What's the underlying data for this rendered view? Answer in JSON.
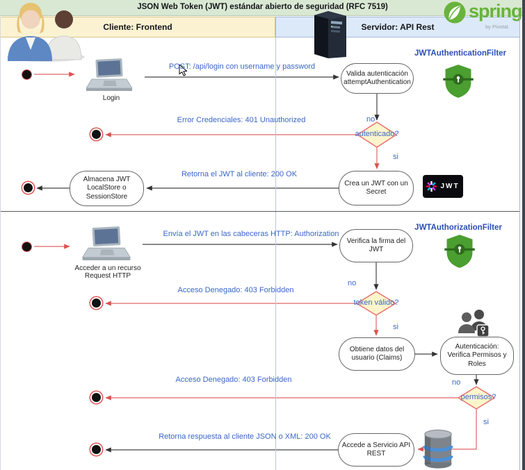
{
  "title": "JSON Web Token (JWT) estándar abierto de seguridad (RFC 7519)",
  "brand": {
    "name": "spring",
    "byline": "by Pivotal."
  },
  "lanes": {
    "client": "Cliente: Frontend",
    "server": "Servidor: API Rest"
  },
  "colors": {
    "bar_green": "#d9e8d3",
    "lane_yellow": "#fbf2d2",
    "lane_blue": "#dce9f8",
    "message_blue": "#3a66c8",
    "filter_blue": "#2b50b4",
    "flow_red": "#e06666",
    "spring_green": "#6db33f",
    "shield_green": "#4b9e30",
    "diamond_yellow": "#fdf5cc"
  },
  "auth_flow": {
    "filter": "JWTAuthenticationFilter",
    "actor": "Login",
    "msg_post": "POST: /api/login con username y password",
    "msg_error": "Error Credenciales: 401 Unauthorized",
    "msg_return": "Retorna el JWT al cliente: 200 OK",
    "validate": "Valida autenticación\nattemptAuthentication",
    "decision": {
      "q": "autenticado?",
      "no": "no",
      "si": "si"
    },
    "create": "Crea un JWT con un\nSecret",
    "store": "Almacena JWT\nLocalStore o\nSessionStore",
    "jwt_badge": "JWT"
  },
  "authz_flow": {
    "filter": "JWTAuthorizationFilter",
    "actor": "Acceder a un recurso\nRequest HTTP",
    "msg_send": "Envía el JWT en las cabeceras HTTP: Authorization",
    "msg_denied1": "Acceso Denegado: 403 Forbidden",
    "msg_denied2": "Acceso Denegado: 403 Forbidden",
    "msg_return": "Retorna respuesta al cliente JSON o XML: 200 OK",
    "verify": "Verifica la firma del\nJWT",
    "decision_token": {
      "q": "token válido?",
      "no": "no",
      "si": "si"
    },
    "claims": "Obtiene datos del\nusuario (Claims)",
    "authz": "Autenticación:\nVerifica Permisos y\nRoles",
    "decision_perm": {
      "q": "permisos?",
      "no": "no",
      "si": "si"
    },
    "service": "Accede a Servicio API\nREST"
  }
}
